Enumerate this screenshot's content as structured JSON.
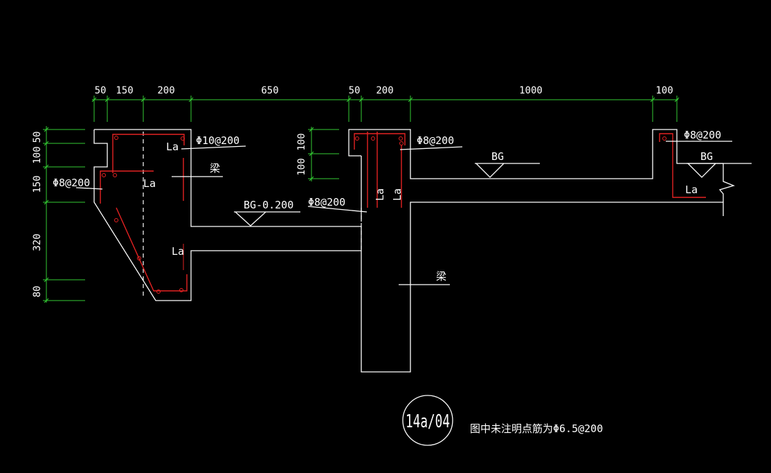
{
  "colors": {
    "background": "#000000",
    "outline": "#ffffff",
    "dimension": "#33cc33",
    "rebar": "#e52222"
  },
  "top_dims": [
    "50",
    "150",
    "200",
    "650",
    "50",
    "200",
    "1000",
    "100"
  ],
  "left_dims": [
    "50",
    "100",
    "150",
    "320",
    "80"
  ],
  "mid_dims": [
    "100",
    "100"
  ],
  "labels": {
    "phi10": "Φ10@200",
    "phi8_left": "Φ8@200",
    "phi8_mid_top": "Φ8@200",
    "phi8_mid": "Φ8@200",
    "phi8_right": "Φ8@200",
    "la": "La",
    "bg_minus": "BG-0.200",
    "bg": "BG",
    "beam": "梁"
  },
  "detail_ref": "14a/04",
  "note": "图中未注明点筋为Φ6.5@200"
}
